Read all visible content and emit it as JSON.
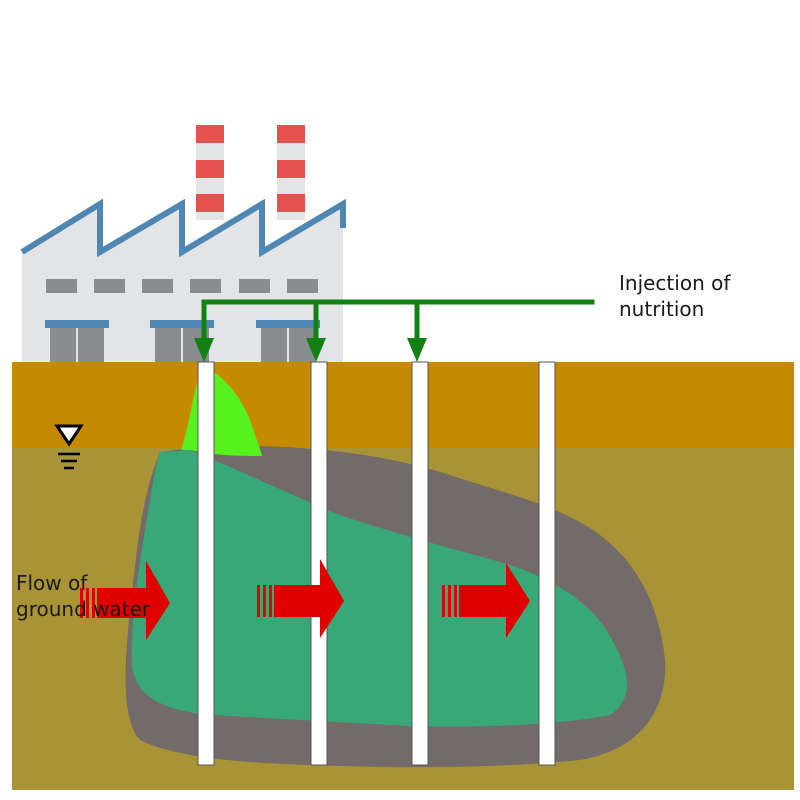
{
  "labels": {
    "injection_line1": "Injection of",
    "injection_line2": "nutrition",
    "flow_line1": "Flow of",
    "flow_line2": "ground water"
  },
  "colors": {
    "surface_soil": "#C68A00",
    "saturated_soil": "#A89436",
    "contaminated_halo": "#736A6A",
    "plume": "#37A876",
    "plume_bright": "#55F21E",
    "injection_pipe": "#128012",
    "flow_arrow": "#E00000",
    "factory_wall": "#E3E4E6",
    "factory_roof": "#4F87B2",
    "chimney_band": "#E5534E"
  },
  "icons": {
    "water_table": "water-table-icon",
    "factory": "factory-icon"
  }
}
